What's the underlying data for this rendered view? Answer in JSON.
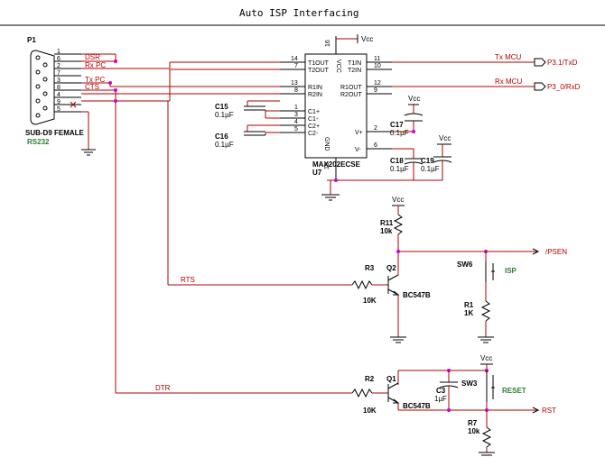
{
  "title": "Auto ISP Interfacing",
  "connector": {
    "ref": "P1",
    "name": "SUB-D9 FEMALE",
    "std": "RS232",
    "pins": [
      "1",
      "6",
      "2",
      "7",
      "3",
      "8",
      "4",
      "9",
      "5"
    ],
    "signals": [
      "DSR",
      "Rx PC",
      "Tx PC",
      "CTS"
    ]
  },
  "ic": {
    "ref": "U7",
    "part": "MAX202ECSE",
    "left_pins": [
      {
        "num": "14",
        "name": "T1OUT"
      },
      {
        "num": "7",
        "name": "T2OUT"
      },
      {
        "num": "13",
        "name": "R1IN"
      },
      {
        "num": "8",
        "name": "R2IN"
      },
      {
        "num": "1",
        "name": "C1+"
      },
      {
        "num": "3",
        "name": "C1-"
      },
      {
        "num": "4",
        "name": "C2+"
      },
      {
        "num": "5",
        "name": "C2-"
      }
    ],
    "right_pins": [
      {
        "num": "11",
        "name": "T1IN"
      },
      {
        "num": "10",
        "name": "T2IN"
      },
      {
        "num": "12",
        "name": "R1OUT"
      },
      {
        "num": "9",
        "name": "R2OUT"
      },
      {
        "num": "2",
        "name": "V+"
      },
      {
        "num": "6",
        "name": "V-"
      }
    ],
    "vcc_pin": "16",
    "vcc_name": "VCC",
    "gnd_pin": "15",
    "gnd_name": "GND"
  },
  "caps": [
    {
      "ref": "C15",
      "value": "0.1µF"
    },
    {
      "ref": "C16",
      "value": "0.1µF"
    },
    {
      "ref": "C17",
      "value": "0.1µF"
    },
    {
      "ref": "C18",
      "value": "0.1µF"
    },
    {
      "ref": "C19",
      "value": "0.1µF"
    },
    {
      "ref": "C3",
      "value": "1µF"
    }
  ],
  "resistors": [
    {
      "ref": "R11",
      "value": "10k"
    },
    {
      "ref": "R3",
      "value": "10K"
    },
    {
      "ref": "R1",
      "value": "1K"
    },
    {
      "ref": "R2",
      "value": "10K"
    },
    {
      "ref": "R7",
      "value": "10k"
    }
  ],
  "transistors": [
    {
      "ref": "Q2",
      "part": "BC547B"
    },
    {
      "ref": "Q1",
      "part": "BC547B"
    }
  ],
  "switches": [
    {
      "ref": "SW6",
      "label": "ISP"
    },
    {
      "ref": "SW3",
      "label": "RESET"
    }
  ],
  "nets": {
    "tx_mcu": "Tx MCU",
    "rx_mcu": "Rx MCU",
    "p31": "P3.1/TxD",
    "p30": "P3_0/RxD",
    "psen": "/PSEN",
    "rst": "RST",
    "rts": "RTS",
    "dtr": "DTR",
    "vcc": "Vcc"
  }
}
